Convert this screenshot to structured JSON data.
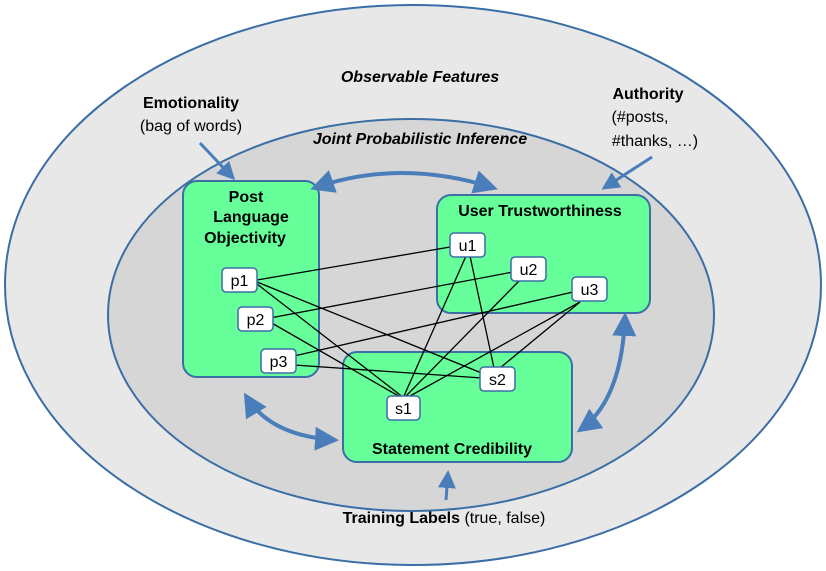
{
  "outer_label": "Observable Features",
  "inner_label": "Joint  Probabilistic  Inference",
  "emotionality": {
    "title": "Emotionality",
    "detail": "(bag of words)"
  },
  "authority": {
    "title": "Authority",
    "detail_1": "(#posts,",
    "detail_2": "#thanks, …)"
  },
  "training": {
    "title": "Training Labels",
    "detail": " (true, false)"
  },
  "post_box": {
    "line1": "Post",
    "line2": "Language",
    "line3": "Objectivity"
  },
  "user_box": {
    "title": "User Trustworthiness"
  },
  "statement_box": {
    "title": "Statement Credibility"
  },
  "nodes": {
    "p1": "p1",
    "p2": "p2",
    "p3": "p3",
    "u1": "u1",
    "u2": "u2",
    "u3": "u3",
    "s1": "s1",
    "s2": "s2"
  },
  "colors": {
    "outer_fill": "#e8e8e8",
    "inner_fill": "#d6d6d6",
    "box_fill": "#66ff99",
    "box_stroke": "#3a6ea5",
    "arrow": "#4a7ebb"
  }
}
